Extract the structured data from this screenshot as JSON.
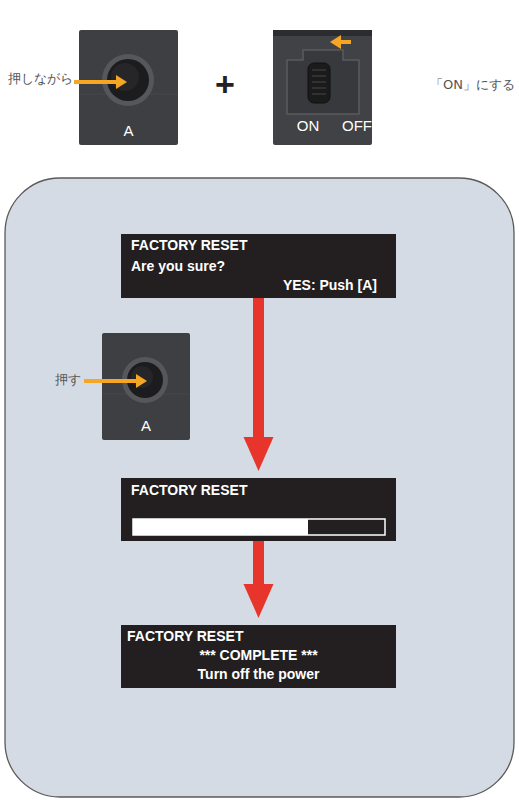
{
  "diagram": {
    "nodes": [
      {
        "text": [
          "A"
        ]
      },
      {
        "text": [
          "ON",
          "OFF"
        ]
      },
      {
        "text": [
          "FACTORY RESET",
          "Are you sure?",
          "YES: Push [A]"
        ]
      },
      {
        "text": [
          "A"
        ]
      },
      {
        "text": [
          "FACTORY RESET"
        ]
      },
      {
        "text": [
          "FACTORY RESET",
          "*** COMPLETE ***",
          "Turn off the power"
        ]
      }
    ],
    "edges": [
      {
        "from": 2,
        "to": 4,
        "arrow": "to"
      },
      {
        "from": 4,
        "to": 5,
        "arrow": "to"
      }
    ],
    "labels": [
      "押しながら",
      "+",
      "「ON」にする",
      "押す"
    ]
  }
}
